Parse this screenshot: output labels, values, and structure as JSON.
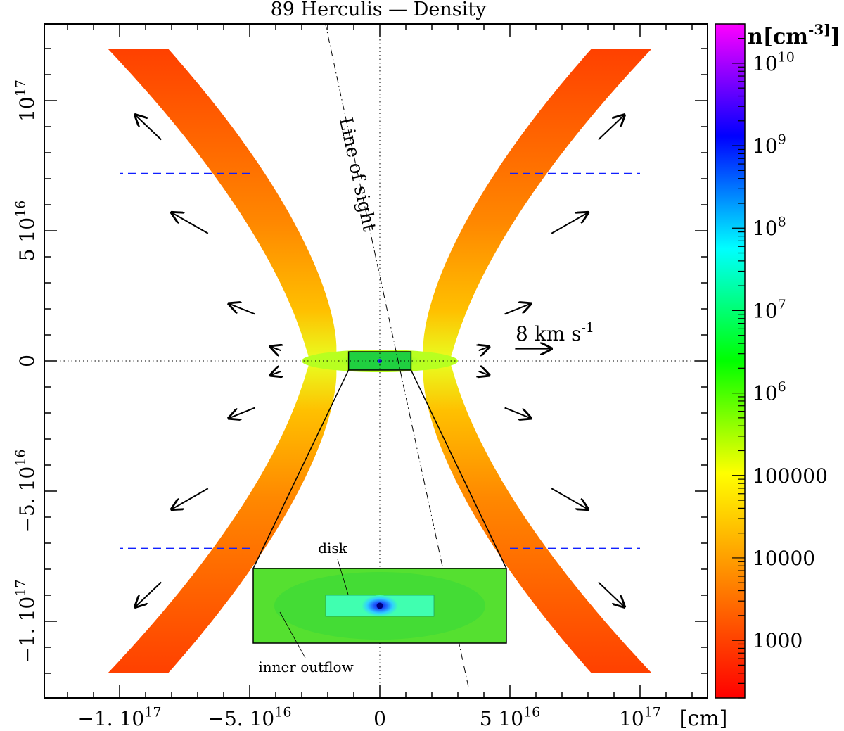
{
  "title": "89 Herculis — Density",
  "colors": {
    "shell_low": "#ff4000",
    "shell_mid": "#ffb000",
    "shell_neck": "#e8ff20",
    "center": "#00cc44",
    "inset_bg": "#55e030",
    "disk": "#40ffb0",
    "core": "#2020ff",
    "dashed": "#1020ff",
    "colorbar_stops": [
      "#ff0000",
      "#ff8000",
      "#ffff00",
      "#00ff00",
      "#00ffff",
      "#0000ff",
      "#ff00ff"
    ]
  },
  "chart_data": {
    "type": "heatmap",
    "title": "89 Herculis — Density",
    "x_unit_label": "[cm]",
    "xlim": [
      -1.28e+17,
      1.28e+17
    ],
    "ylim": [
      -1.28e+17,
      1.28e+17
    ],
    "x_ticks": [
      {
        "value": -1e+17,
        "label": "−1. 10^17"
      },
      {
        "value": -5e+16,
        "label": "−5. 10^16"
      },
      {
        "value": 0,
        "label": "0"
      },
      {
        "value": 5e+16,
        "label": "5 10^16"
      },
      {
        "value": 1e+17,
        "label": "10^17"
      }
    ],
    "y_ticks": [
      {
        "value": -1e+17,
        "label": "−1. 10^17"
      },
      {
        "value": -5e+16,
        "label": "−5. 10^16"
      },
      {
        "value": 0,
        "label": "0"
      },
      {
        "value": 5e+16,
        "label": "5 10^16"
      },
      {
        "value": 1e+17,
        "label": "10^17"
      }
    ],
    "grid": "dotted lines at x=0 and y=0",
    "shell": {
      "description": "bipolar hourglass outflow",
      "y_extent": [
        -1.2e+17,
        1.2e+17
      ],
      "neck_half_width": 2.2e+16,
      "top_half_width": 9.3e+16,
      "thickness": 8000000000000000.0
    },
    "velocity_arrows": [
      {
        "x": 3.8e+16,
        "y": 4000000000000000.0,
        "dx": 4000000000000000.0,
        "dy": 1500000000000000.0,
        "label": ""
      },
      {
        "x": 3.8e+16,
        "y": -4000000000000000.0,
        "dx": 4000000000000000.0,
        "dy": -1500000000000000.0,
        "label": ""
      },
      {
        "x": 4.8e+16,
        "y": 1.8e+16,
        "dx": 1e+16,
        "dy": 4000000000000000.0,
        "label": ""
      },
      {
        "x": 4.8e+16,
        "y": -1.8e+16,
        "dx": 1e+16,
        "dy": -4000000000000000.0,
        "label": ""
      },
      {
        "x": 6.6e+16,
        "y": 4.9e+16,
        "dx": 1.4e+16,
        "dy": 8000000000000000.0,
        "label": ""
      },
      {
        "x": 6.6e+16,
        "y": -4.9e+16,
        "dx": 1.4e+16,
        "dy": -8000000000000000.0,
        "label": ""
      },
      {
        "x": 8.4e+16,
        "y": 8.5e+16,
        "dx": 1e+16,
        "dy": 9500000000000000.0,
        "label": ""
      },
      {
        "x": 8.4e+16,
        "y": -8.5e+16,
        "dx": 1e+16,
        "dy": -9500000000000000.0,
        "label": ""
      }
    ],
    "velocity_scale": {
      "label": "8 km s^-1",
      "x": 5.2e+16,
      "y": 4700000000000000.0,
      "dx": 1.4e+16,
      "dy": 0
    },
    "dashed_markers": [
      {
        "x1": -5e+16,
        "x2": -1e+17,
        "y": 7.2e+16
      },
      {
        "x1": 5e+16,
        "x2": 1e+17,
        "y": 7.2e+16
      },
      {
        "x1": -5e+16,
        "x2": -1e+17,
        "y": -7.2e+16
      },
      {
        "x1": 5e+16,
        "x2": 1e+17,
        "y": -7.2e+16
      }
    ],
    "line_of_sight": {
      "label": "Line of sight",
      "x1": -2.1e+16,
      "y1": 1.3e+17,
      "x2": 3.4e+16,
      "y2": -1.25e+17
    },
    "zoom_box": {
      "x1": -1.2e+16,
      "x2": 1.2e+16,
      "y1": -3500000000000000.0,
      "y2": 3500000000000000.0
    },
    "inset": {
      "annotations": [
        "disk",
        "inner outflow"
      ]
    },
    "colorbar": {
      "label": "n[cm^-3]",
      "scale": "log",
      "range": [
        200,
        30000000000
      ],
      "ticks": [
        {
          "value": 1000,
          "label": "1000"
        },
        {
          "value": 10000,
          "label": "10000"
        },
        {
          "value": 100000,
          "label": "100000"
        },
        {
          "value": 1000000,
          "label": "10^6"
        },
        {
          "value": 10000000,
          "label": "10^7"
        },
        {
          "value": 100000000,
          "label": "10^8"
        },
        {
          "value": 1000000000,
          "label": "10^9"
        },
        {
          "value": 10000000000,
          "label": "10^10"
        }
      ]
    }
  }
}
